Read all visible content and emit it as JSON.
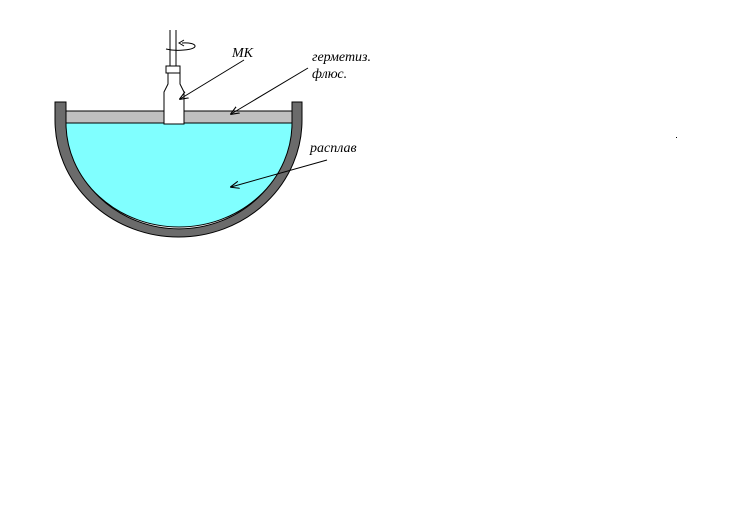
{
  "labels": {
    "mk": "МК",
    "sealing_flux_line1": "герметиз.",
    "sealing_flux_line2": "флюс.",
    "melt": "расплав"
  },
  "colors": {
    "crucible": "#6b6b6b",
    "melt": "#80ffff",
    "flux": "#c0c0c0",
    "stroke": "#000000",
    "background": "#ffffff"
  }
}
